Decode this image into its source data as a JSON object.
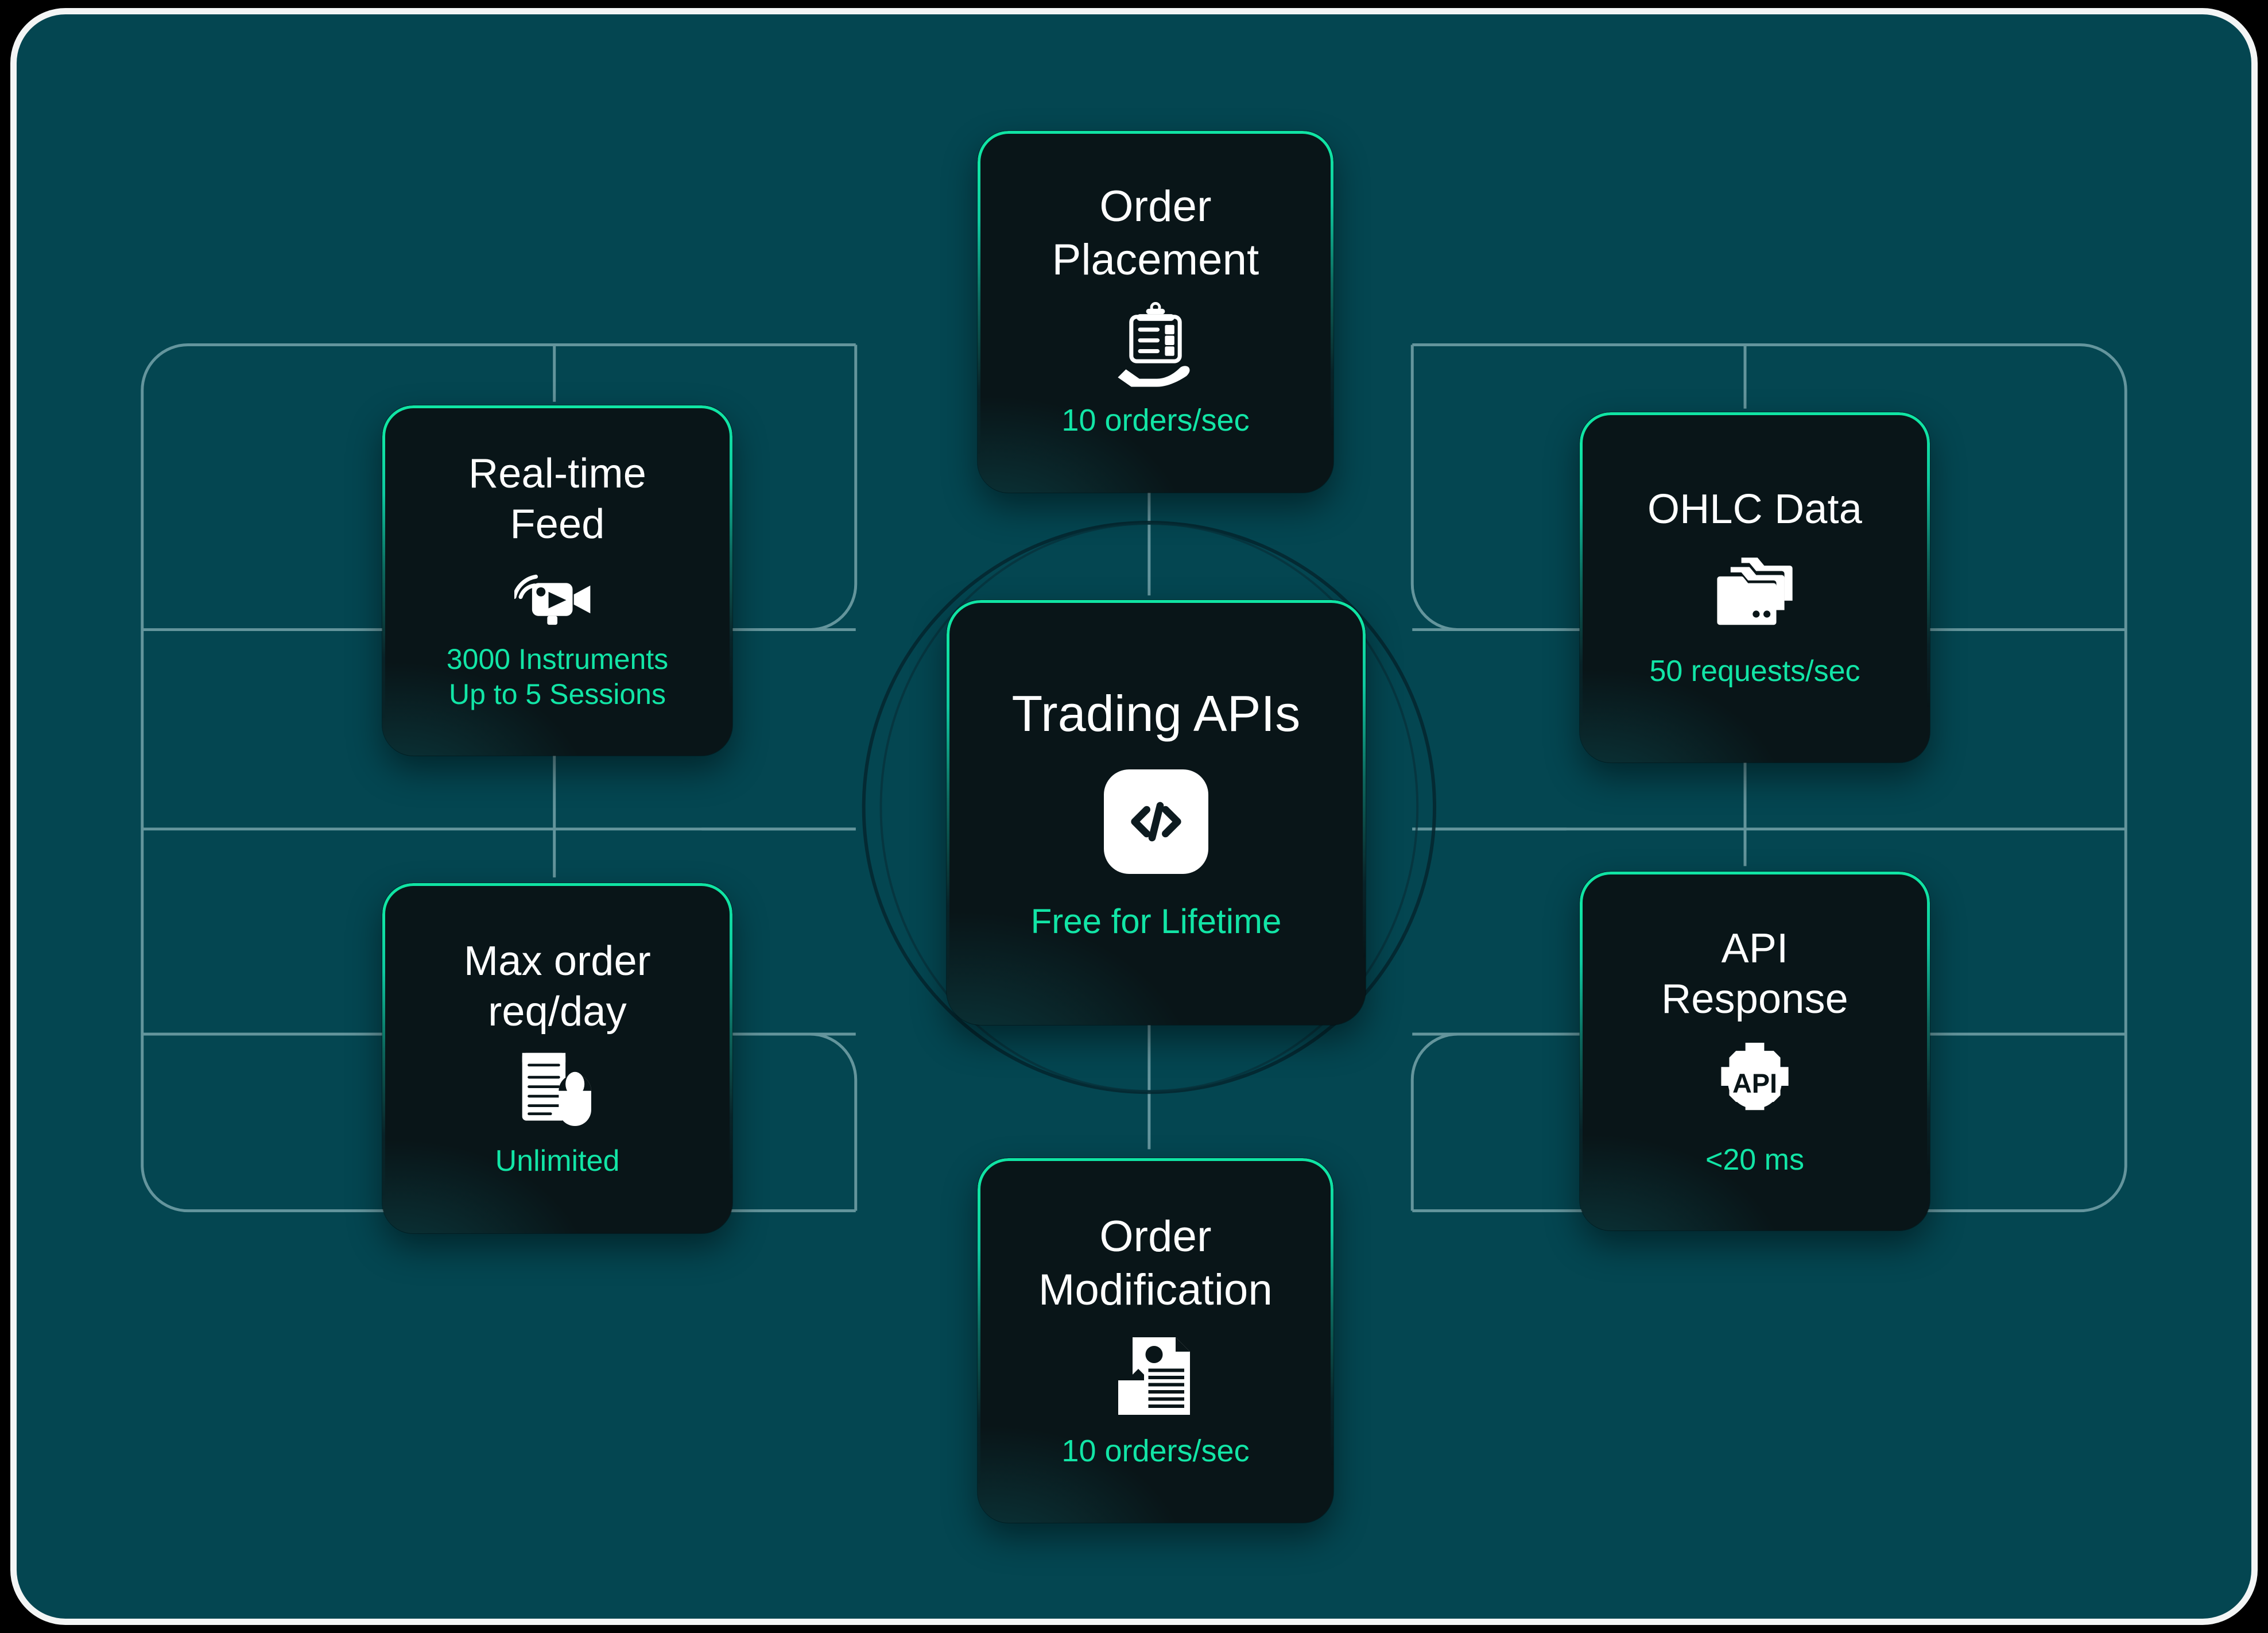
{
  "theme": {
    "page_background": "#000000",
    "panel_background": "#044651",
    "frame_border": "#f3f5f5",
    "card_background": "#091518",
    "card_border_accent": "#10e4a4",
    "accent_text": "#12e5a6",
    "title_text": "#ffffff",
    "connector_line": "#9fc6cb"
  },
  "diagram": {
    "type": "hub-and-spoke",
    "hub": {
      "id": "trading-apis",
      "title": "Trading APIs",
      "value": "Free for Lifetime",
      "icon": "code-brackets-icon"
    },
    "nodes": [
      {
        "id": "order-placement",
        "title_lines": [
          "Order",
          "Placement"
        ],
        "value": "10 orders/sec",
        "icon": "clipboard-in-hand-icon",
        "position": "top"
      },
      {
        "id": "realtime-feed",
        "title_lines": [
          "Real-time",
          "Feed"
        ],
        "value_lines": [
          "3000 Instruments",
          "Up to 5 Sessions"
        ],
        "icon": "streaming-video-camera-icon",
        "position": "left-top"
      },
      {
        "id": "max-order-req-day",
        "title_lines": [
          "Max order",
          "req/day"
        ],
        "value": "Unlimited",
        "icon": "document-with-mouse-icon",
        "position": "left-bottom"
      },
      {
        "id": "ohlc-data",
        "title_lines": [
          "OHLC Data"
        ],
        "value": "50 requests/sec",
        "icon": "stacked-folders-icon",
        "position": "right-top"
      },
      {
        "id": "api-response",
        "title_lines": [
          "API",
          "Response"
        ],
        "value": "<20 ms",
        "icon": "api-gear-icon",
        "position": "right-bottom"
      },
      {
        "id": "order-modification",
        "title_lines": [
          "Order",
          "Modification"
        ],
        "value": "10 orders/sec",
        "icon": "document-bookmark-icon",
        "position": "bottom"
      }
    ]
  },
  "cards": {
    "order_placement": {
      "title_line1": "Order",
      "title_line2": "Placement",
      "value": "10 orders/sec"
    },
    "realtime_feed": {
      "title_line1": "Real-time",
      "title_line2": "Feed",
      "value_line1": "3000 Instruments",
      "value_line2": "Up to 5 Sessions"
    },
    "max_order": {
      "title_line1": "Max order",
      "title_line2": "req/day",
      "value": "Unlimited"
    },
    "trading_apis": {
      "title": "Trading APIs",
      "value": "Free for Lifetime"
    },
    "ohlc_data": {
      "title": "OHLC Data",
      "value": "50 requests/sec"
    },
    "api_response": {
      "title_line1": "API",
      "title_line2": "Response",
      "value": "<20 ms",
      "icon_label": "API"
    },
    "order_modification": {
      "title_line1": "Order",
      "title_line2": "Modification",
      "value": "10 orders/sec"
    }
  }
}
